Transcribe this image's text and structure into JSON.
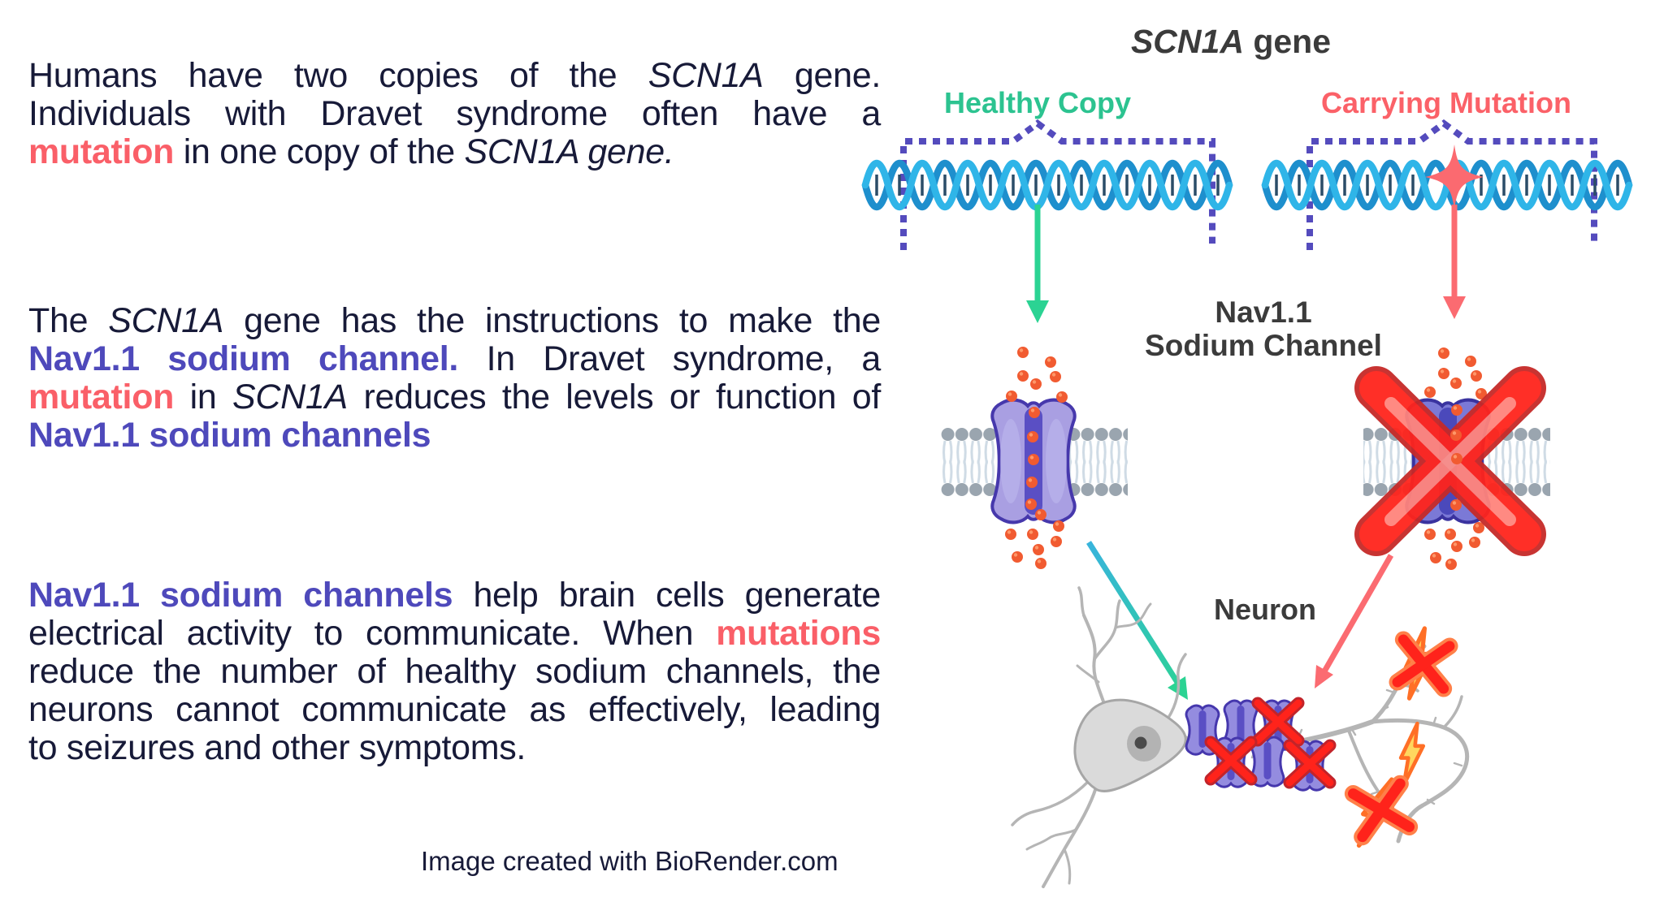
{
  "page": {
    "background": "#ffffff"
  },
  "left": {
    "p1": {
      "lines": [
        {
          "seg": [
            {
              "t": "Humans have two copies of the "
            },
            {
              "t": "SCN1A"
            },
            {
              "t": " gene."
            }
          ]
        },
        {
          "seg": [
            {
              "t": "Individuals with Dravet syndrome often have a"
            }
          ]
        },
        {
          "seg": [
            {
              "t": "mutation"
            },
            {
              "t": " in one copy of the "
            },
            {
              "t": "SCN1A gene."
            }
          ]
        }
      ]
    },
    "p2": {
      "lines": [
        {
          "seg": [
            {
              "t": "The "
            },
            {
              "t": "SCN1A"
            },
            {
              "t": " gene has the instructions to make the"
            }
          ]
        },
        {
          "seg": [
            {
              "t": "Nav1.1 sodium channel."
            },
            {
              "t": " In Dravet syndrome, a"
            }
          ]
        },
        {
          "seg": [
            {
              "t": "mutation"
            },
            {
              "t": " in "
            },
            {
              "t": "SCN1A"
            },
            {
              "t": " reduces the levels or function of"
            }
          ]
        },
        {
          "seg": [
            {
              "t": "Nav1.1 sodium channels"
            }
          ]
        }
      ]
    },
    "p3": {
      "lines": [
        {
          "seg": [
            {
              "t": "Nav1.1 sodium channels"
            },
            {
              "t": " help brain cells generate"
            }
          ]
        },
        {
          "seg": [
            {
              "t": "electrical activity to communicate. When "
            },
            {
              "t": "mutations"
            }
          ]
        },
        {
          "seg": [
            {
              "t": "reduce the number of healthy sodium channels, the"
            }
          ]
        },
        {
          "seg": [
            {
              "t": "neurons cannot communicate as effectively, leading"
            }
          ]
        },
        {
          "seg": [
            {
              "t": "to seizures and other symptoms."
            }
          ]
        }
      ]
    },
    "attribution": "Image created with BioRender.com"
  },
  "diagram": {
    "title": {
      "gene": "SCN1A",
      "rest": " gene"
    },
    "healthy_label": "Healthy Copy",
    "mutation_label": "Carrying Mutation",
    "channel_label": {
      "line1": "Nav1.1",
      "line2": "Sodium Channel"
    },
    "neuron_label": "Neuron",
    "colors": {
      "body_text": "#171a38",
      "mutation_red": "#fa5f68",
      "channel_purple": "#4e49bb",
      "healthy_green": "#2cc390",
      "label_gray": "#3b3b3b",
      "dna_blue": "#2fb5e8",
      "bracket_purple": "#544bbd",
      "ion_orange": "#f15b31",
      "red_x": "#ff231b",
      "arrow_green": "#2bd393",
      "arrow_salmon": "#fb6b71",
      "arrow_teal": "#38b4dc",
      "bolt_yellow": "#ffd65e"
    }
  }
}
